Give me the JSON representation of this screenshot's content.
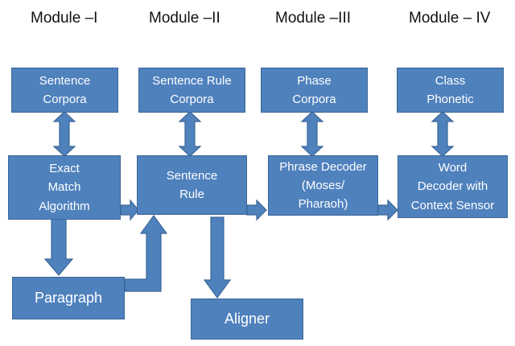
{
  "modules": {
    "m1": "Module –I",
    "m2": "Module –II",
    "m3": "Module –III",
    "m4": "Module – IV"
  },
  "boxes": {
    "sentence_corpora": "Sentence\nCorpora",
    "sentence_rule_corpora": "Sentence Rule\nCorpora",
    "phase_corpora": "Phase\nCorpora",
    "class_phonetic": "Class\nPhonetic",
    "exact_match": "Exact\nMatch\nAlgorithm",
    "sentence_rule": "Sentence\nRule",
    "phrase_decoder": "Phrase Decoder\n(Moses/\nPharaoh)",
    "word_decoder": "Word\nDecoder  with\nContext Sensor",
    "paragraph": "Paragraph",
    "aligner": "Aligner"
  },
  "colors": {
    "box_fill": "#4f81bd",
    "box_border": "#3a6798",
    "text": "#ffffff"
  }
}
